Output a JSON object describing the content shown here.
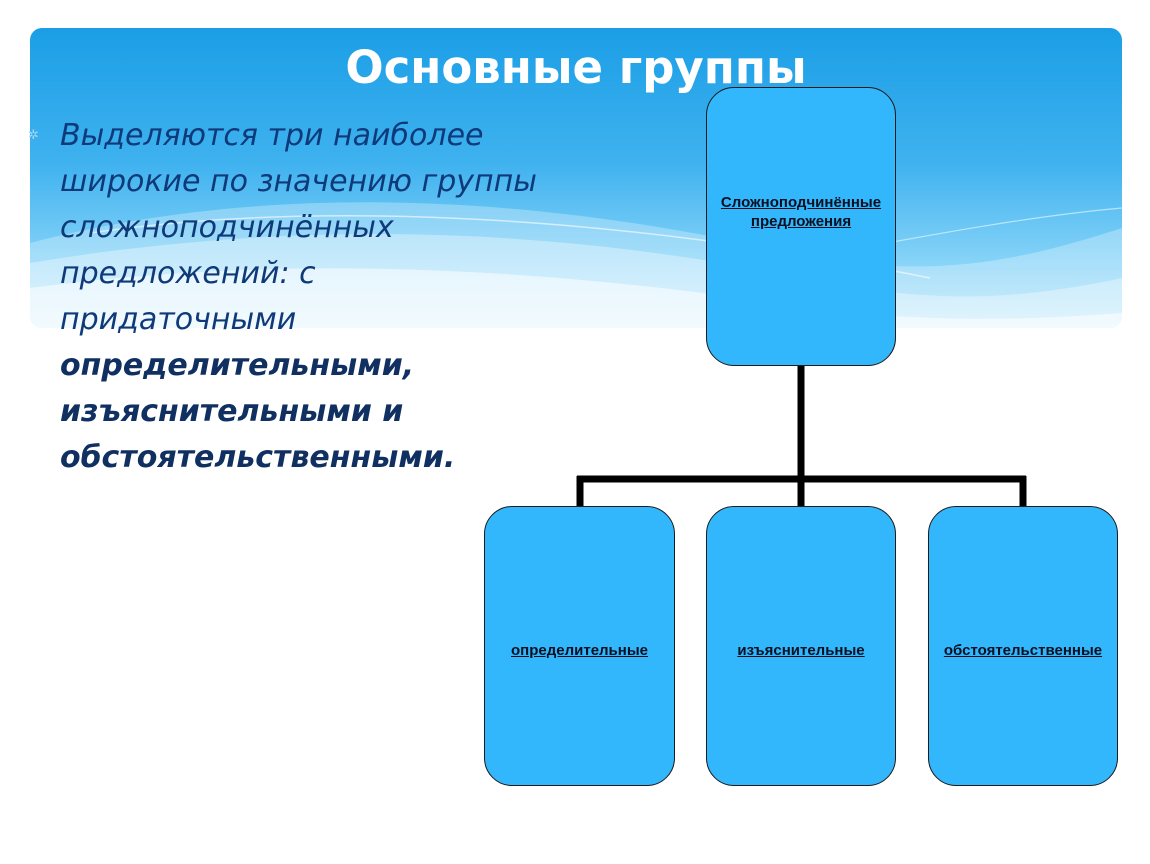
{
  "slide": {
    "title": "Основные группы",
    "bullet": {
      "text_intro": "Выделяются три наиболее широкие по значению группы сложноподчинённых предложений: с придаточными ",
      "text_emphasis": "определительными, изъяснительными и обстоятельственными."
    }
  },
  "diagram": {
    "root": {
      "label": "Сложноподчинённые\n  предложения"
    },
    "children": [
      {
        "label": "определительные"
      },
      {
        "label": "изъяснительные"
      },
      {
        "label": "обстоятельственные"
      }
    ]
  },
  "colors": {
    "box_fill": "#32b6fc",
    "box_border": "#1b1b1b",
    "connector": "#000000",
    "title_text": "#ffffff",
    "bullet_text": "#0f3a7a"
  }
}
